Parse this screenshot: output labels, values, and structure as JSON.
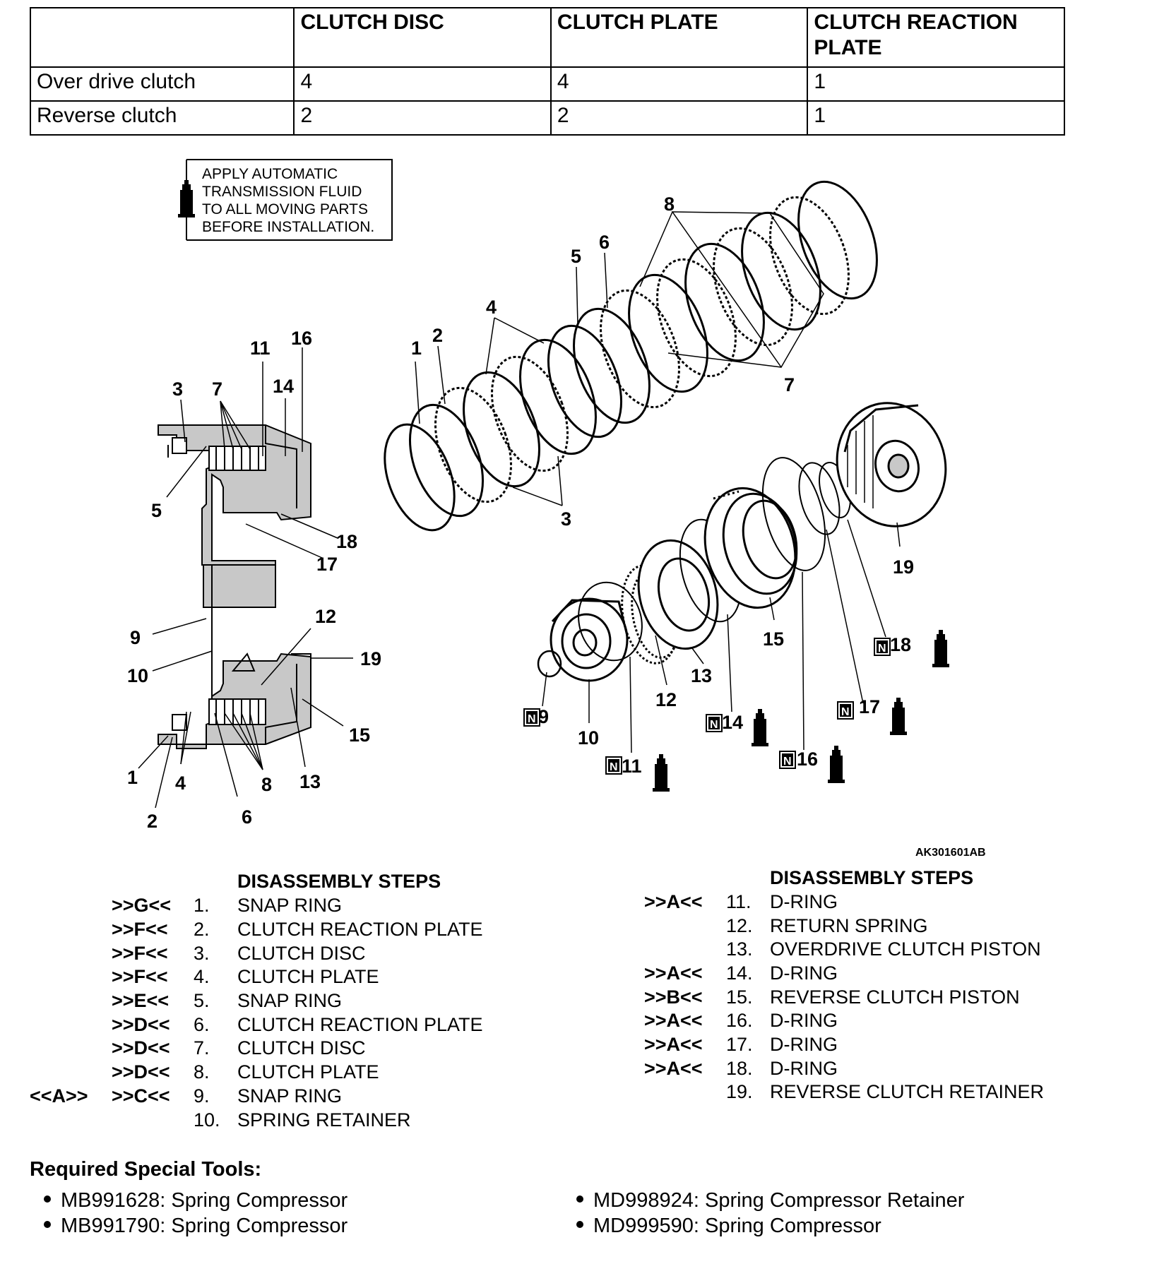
{
  "table": {
    "headers": [
      "",
      "CLUTCH DISC",
      "CLUTCH PLATE",
      "CLUTCH REACTION PLATE"
    ],
    "rows": [
      [
        "Over drive clutch",
        "4",
        "4",
        "1"
      ],
      [
        "Reverse clutch",
        "2",
        "2",
        "1"
      ]
    ]
  },
  "diagram": {
    "note": [
      "APPLY AUTOMATIC",
      "TRANSMISSION FLUID",
      "TO ALL MOVING PARTS",
      "BEFORE INSTALLATION."
    ],
    "figure_code": "AK301601AB",
    "section_callouts": [
      "3",
      "7",
      "11",
      "16",
      "14",
      "5",
      "18",
      "17",
      "12",
      "9",
      "19",
      "10",
      "15",
      "1",
      "4",
      "8",
      "13",
      "2",
      "6"
    ],
    "exploded_callouts": [
      "8",
      "5",
      "6",
      "4",
      "1",
      "2",
      "7",
      "3",
      "19",
      "18",
      "15",
      "13",
      "17",
      "12",
      "14",
      "9",
      "10",
      "16",
      "11"
    ],
    "new_part_marks": [
      "N",
      "N",
      "N",
      "N",
      "N",
      "N"
    ],
    "colors": {
      "ink": "#000000",
      "fill_gray": "#c8c8c8",
      "paper": "#ffffff"
    }
  },
  "steps_left": {
    "heading": "DISASSEMBLY STEPS",
    "items": [
      {
        "ref1": "",
        "ref2": ">>G<<",
        "num": "1.",
        "name": "SNAP RING"
      },
      {
        "ref1": "",
        "ref2": ">>F<<",
        "num": "2.",
        "name": "CLUTCH REACTION PLATE"
      },
      {
        "ref1": "",
        "ref2": ">>F<<",
        "num": "3.",
        "name": "CLUTCH DISC"
      },
      {
        "ref1": "",
        "ref2": ">>F<<",
        "num": "4.",
        "name": "CLUTCH PLATE"
      },
      {
        "ref1": "",
        "ref2": ">>E<<",
        "num": "5.",
        "name": "SNAP RING"
      },
      {
        "ref1": "",
        "ref2": ">>D<<",
        "num": "6.",
        "name": "CLUTCH REACTION PLATE"
      },
      {
        "ref1": "",
        "ref2": ">>D<<",
        "num": "7.",
        "name": "CLUTCH DISC"
      },
      {
        "ref1": "",
        "ref2": ">>D<<",
        "num": "8.",
        "name": "CLUTCH PLATE"
      },
      {
        "ref1": "<<A>>",
        "ref2": ">>C<<",
        "num": "9.",
        "name": "SNAP RING"
      },
      {
        "ref1": "",
        "ref2": "",
        "num": "10.",
        "name": "SPRING RETAINER"
      }
    ]
  },
  "steps_right": {
    "heading": "DISASSEMBLY STEPS",
    "items": [
      {
        "ref": ">>A<<",
        "num": "11.",
        "name": "D-RING"
      },
      {
        "ref": "",
        "num": "12.",
        "name": "RETURN SPRING"
      },
      {
        "ref": "",
        "num": "13.",
        "name": "OVERDRIVE CLUTCH PISTON"
      },
      {
        "ref": ">>A<<",
        "num": "14.",
        "name": "D-RING"
      },
      {
        "ref": ">>B<<",
        "num": "15.",
        "name": "REVERSE CLUTCH PISTON"
      },
      {
        "ref": ">>A<<",
        "num": "16.",
        "name": "D-RING"
      },
      {
        "ref": ">>A<<",
        "num": "17.",
        "name": "D-RING"
      },
      {
        "ref": ">>A<<",
        "num": "18.",
        "name": "D-RING"
      },
      {
        "ref": "",
        "num": "19.",
        "name": "REVERSE CLUTCH RETAINER"
      }
    ]
  },
  "tools": {
    "title": "Required Special Tools:",
    "items": [
      "MB991628: Spring Compressor",
      "MB991790: Spring Compressor",
      "MD998924: Spring Compressor Retainer",
      "MD999590: Spring Compressor"
    ]
  }
}
